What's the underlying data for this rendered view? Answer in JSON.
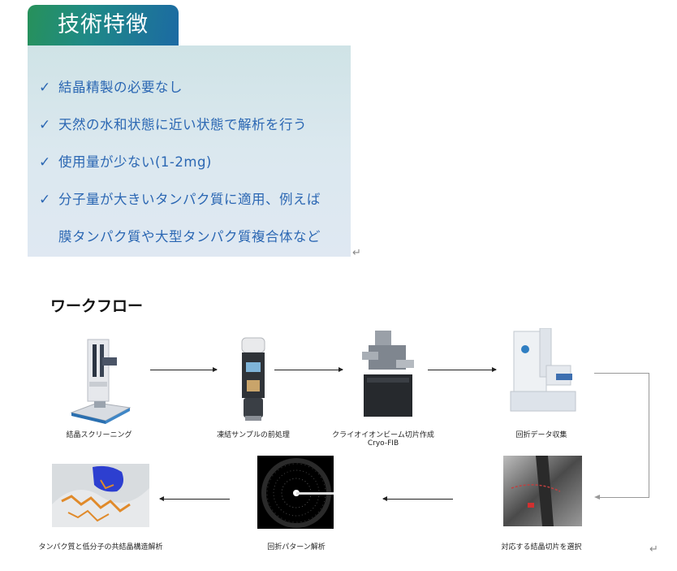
{
  "header": {
    "title": "技術特徴"
  },
  "features": [
    "結晶精製の必要なし",
    "天然の水和状態に近い状態で解析を行う",
    "使用量が少ない(1-2mg)",
    "分子量が大きいタンパク質に適用、例えば",
    "膜タンパク質や大型タンパク質複合体など"
  ],
  "check_symbol": "✓",
  "return_mark": "↵",
  "workflow": {
    "title": "ワークフロー",
    "steps": [
      {
        "label": "結晶スクリーニング",
        "icon": "crystal-screening-robot"
      },
      {
        "label": "凍結サンプルの前処理",
        "icon": "vitrification-device"
      },
      {
        "label": "クライオイオンビーム切片作成",
        "sublabel": "Cryo-FIB",
        "icon": "cryo-fib-instrument"
      },
      {
        "label": "回折データ収集",
        "icon": "electron-microscope"
      },
      {
        "label": "対応する結晶切片を選択",
        "icon": "em-crystal-image"
      },
      {
        "label": "回折パターン解析",
        "icon": "diffraction-pattern"
      },
      {
        "label": "タンパク質と低分子の共結晶構造解析",
        "icon": "protein-ligand-structure"
      }
    ]
  }
}
